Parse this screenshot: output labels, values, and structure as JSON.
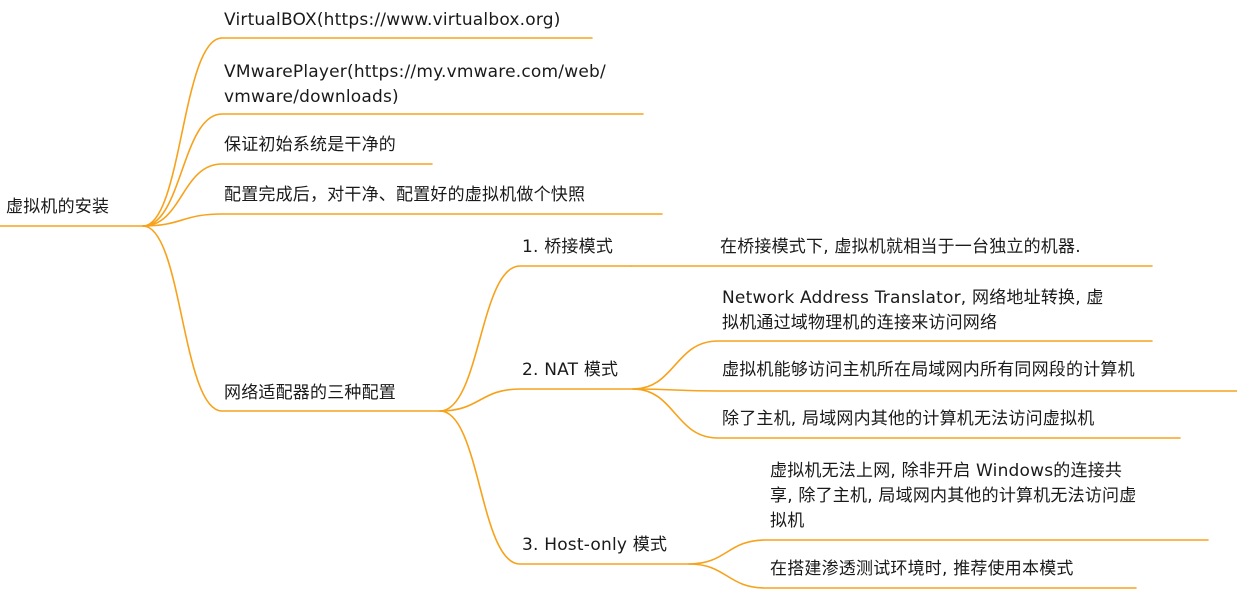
{
  "root": {
    "label": "虚拟机的安装"
  },
  "topics": [
    {
      "label": "VirtualBOX(https://www.virtualbox.org)"
    },
    {
      "label": "VMwarePlayer(https://my.vmware.com/web/\nvmware/downloads)"
    },
    {
      "label": "保证初始系统是干净的"
    },
    {
      "label": "配置完成后，对干净、配置好的虚拟机做个快照"
    },
    {
      "label": "网络适配器的三种配置",
      "children": [
        {
          "label": "1. 桥接模式",
          "children": [
            {
              "label": "在桥接模式下, 虚拟机就相当于一台独立的机器."
            }
          ]
        },
        {
          "label": "2. NAT 模式",
          "children": [
            {
              "label": "Network Address Translator, 网络地址转换, 虚\n拟机通过域物理机的连接来访问网络"
            },
            {
              "label": "虚拟机能够访问主机所在局域网内所有同网段的计算机"
            },
            {
              "label": "除了主机, 局域网内其他的计算机无法访问虚拟机"
            }
          ]
        },
        {
          "label": "3. Host-only 模式",
          "children": [
            {
              "label": "虚拟机无法上网, 除非开启 Windows的连接共\n享, 除了主机, 局域网内其他的计算机无法访问虚\n拟机"
            },
            {
              "label": "在搭建渗透测试环境时, 推荐使用本模式"
            }
          ]
        }
      ]
    }
  ],
  "colors": {
    "branch": "#f7a21b",
    "text": "#1a1a1a",
    "background": "#ffffff"
  }
}
